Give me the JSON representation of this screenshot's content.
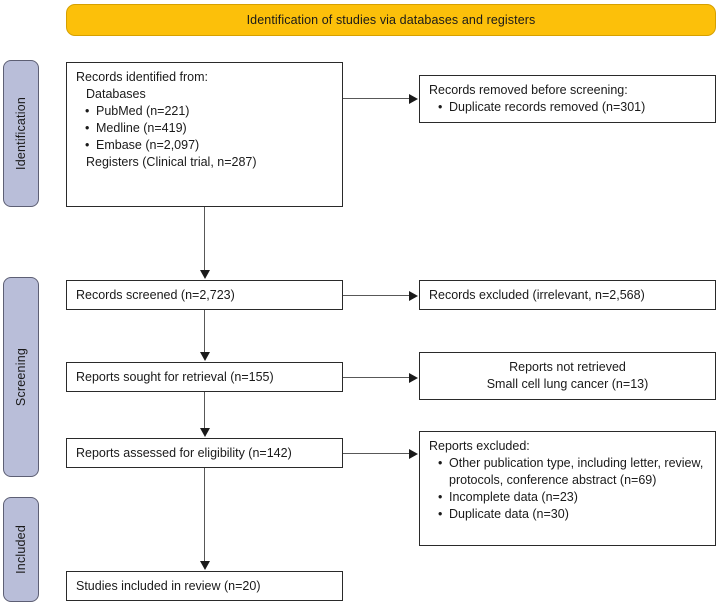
{
  "banner": {
    "title": "Identification of studies via databases and registers"
  },
  "stages": [
    {
      "id": "identification",
      "label": "Identification"
    },
    {
      "id": "screening",
      "label": "Screening"
    },
    {
      "id": "included",
      "label": "Included"
    }
  ],
  "boxes": {
    "identified": {
      "heading": "Records identified from:",
      "subheading": "Databases",
      "sources": [
        "PubMed (n=221)",
        "Medline (n=419)",
        "Embase (n=2,097)"
      ],
      "registers": "Registers (Clinical trial, n=287)"
    },
    "removed": {
      "heading": "Records removed before screening:",
      "items": [
        "Duplicate records removed (n=301)"
      ]
    },
    "screened": {
      "text": "Records screened (n=2,723)"
    },
    "excluded_irrelevant": {
      "text": "Records excluded (irrelevant, n=2,568)"
    },
    "sought": {
      "text": "Reports sought for retrieval (n=155)"
    },
    "not_retrieved": {
      "line1": "Reports not retrieved",
      "line2": "Small cell lung cancer (n=13)"
    },
    "assessed": {
      "text": "Reports assessed for eligibility (n=142)"
    },
    "reports_excluded": {
      "heading": "Reports excluded:",
      "items": [
        "Other publication type, including letter, review, protocols, conference abstract (n=69)",
        "Incomplete data (n=23)",
        "Duplicate data (n=30)"
      ]
    },
    "included": {
      "text": "Studies included in review (n=20)"
    }
  },
  "colors": {
    "banner_fill": "#fcc00a",
    "banner_border": "#d6a000",
    "stage_fill": "#b9bed9",
    "stage_border": "#5d5f74",
    "box_border": "#2a2a2a",
    "connector": "#585858",
    "text": "#1a1a1a"
  }
}
